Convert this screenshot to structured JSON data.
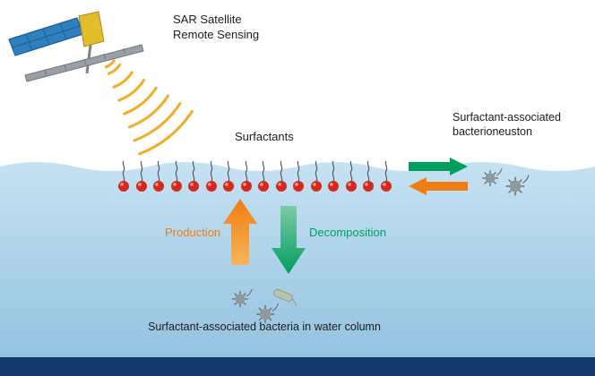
{
  "figure": {
    "satellite_label": "SAR Satellite\nRemote Sensing",
    "surfactants_label": "Surfactants",
    "bacterioneuston_label": "Surfactant-associated\nbacterioneuston",
    "production_label": "Production",
    "decomposition_label": "Decomposition",
    "water_column_label": "Surfactant-associated bacteria in water column"
  },
  "colors": {
    "orange": "#ee7d12",
    "orange_light": "#f9b45a",
    "green": "#009e5f",
    "green_light": "#7ccaa6",
    "red_sphere": "#d5281c",
    "radar_wave": "#f2a81d",
    "water_top": "#c6e2f3",
    "water_bottom": "#8fc0de",
    "deep_band": "#17386a",
    "bacteria_gray": "#8f989c",
    "panel_blue": "#2f80bf",
    "body_yellow": "#e3bd2a",
    "antenna_gray": "#9aa0a5"
  }
}
